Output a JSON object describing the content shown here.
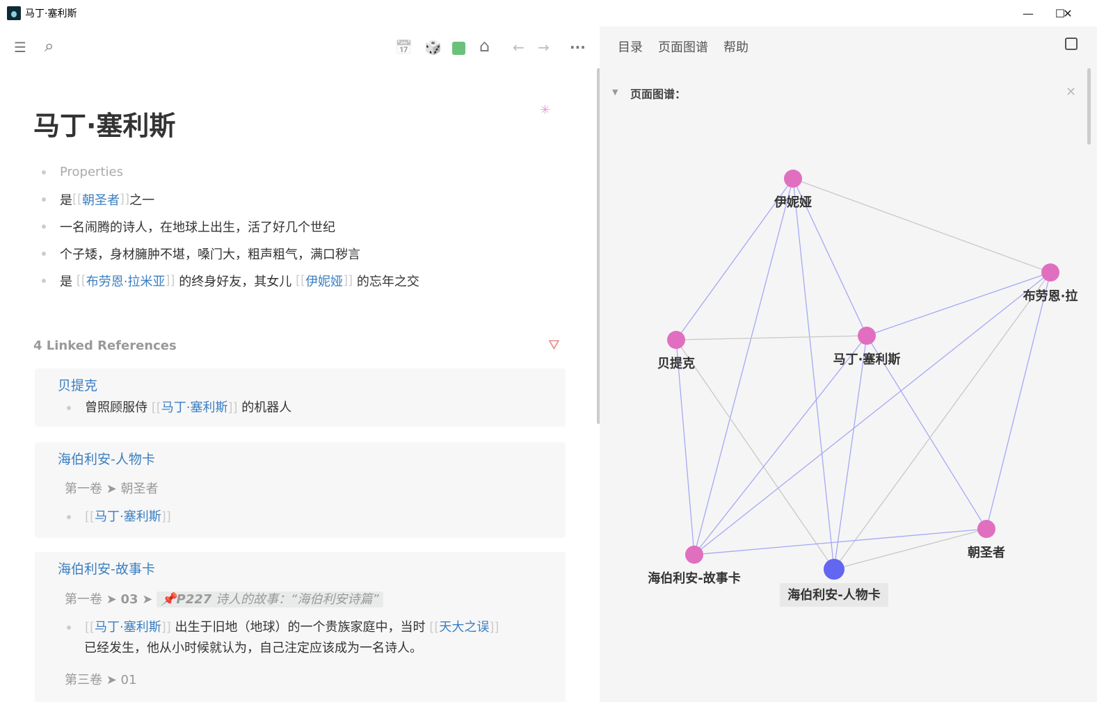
{
  "window": {
    "title": "马丁·塞利斯",
    "minimize": "—",
    "maximize": "☐",
    "close": "✕"
  },
  "toolbar": {
    "menu": "☰",
    "search": "⌕",
    "calendar": "📅",
    "dice": "🎲",
    "home": "⌂",
    "back": "←",
    "forward": "→",
    "more": "···",
    "color_swatch": "#6cc17a"
  },
  "page": {
    "title": "马丁·塞利斯",
    "properties": "Properties",
    "b1": {
      "pre": "是",
      "link": "朝圣者",
      "post": "之一"
    },
    "b2": "一名闹腾的诗人，在地球上出生，活了好几个世纪",
    "b3": "个子矮，身材臃肿不堪，嗓门大，粗声粗气，满口秽言",
    "b4": {
      "pre": "是 ",
      "link1": "布劳恩·拉米亚",
      "mid": " 的终身好友，其女儿 ",
      "link2": "伊妮娅",
      "post": " 的忘年之交"
    }
  },
  "refs": {
    "header": "4 Linked References",
    "r1": {
      "title": "贝提克",
      "pre": "曾照顾服侍 ",
      "link": "马丁·塞利斯",
      "post": " 的机器人"
    },
    "r2": {
      "title": "海伯利安-人物卡",
      "crumb1": "第一卷",
      "crumb2": "朝圣者",
      "link": "马丁·塞利斯"
    },
    "r3": {
      "title": "海伯利安-故事卡",
      "crumb1": "第一卷",
      "crumb2": "03",
      "pin_page": "P227",
      "pin_text": "诗人的故事：“海伯利安诗篇”",
      "link1": "马丁·塞利斯",
      "text1": " 出生于旧地（地球）的一个贵族家庭中，当时 ",
      "link2": "天大之误",
      "text2": "已经发生，他从小时候就认为，自己注定应该成为一名诗人。",
      "crumb3": "第三卷",
      "crumb4": "01"
    }
  },
  "sidebar": {
    "tabs": [
      "目录",
      "页面图谱",
      "帮助"
    ],
    "graph_title": "页面图谱：",
    "colors": {
      "node": "#e06fc0",
      "current": "#6366f1",
      "edge_blue": "#a5a8f5",
      "edge_gray": "#c8c8c8"
    },
    "nodes": [
      {
        "id": "伊妮娅"
      },
      {
        "id": "布劳恩·拉"
      },
      {
        "id": "贝提克"
      },
      {
        "id": "马丁·塞利斯"
      },
      {
        "id": "朝圣者"
      },
      {
        "id": "海伯利安-故事卡"
      },
      {
        "id": "海伯利安-人物卡",
        "current": true
      }
    ],
    "edges": [
      [
        "伊妮娅",
        "布劳恩·拉",
        "gray"
      ],
      [
        "伊妮娅",
        "贝提克",
        "blue"
      ],
      [
        "伊妮娅",
        "马丁·塞利斯",
        "blue"
      ],
      [
        "伊妮娅",
        "海伯利安-故事卡",
        "blue"
      ],
      [
        "伊妮娅",
        "海伯利安-人物卡",
        "blue"
      ],
      [
        "贝提克",
        "马丁·塞利斯",
        "gray"
      ],
      [
        "贝提克",
        "海伯利安-故事卡",
        "blue"
      ],
      [
        "贝提克",
        "海伯利安-人物卡",
        "gray"
      ],
      [
        "马丁·塞利斯",
        "布劳恩·拉",
        "blue"
      ],
      [
        "马丁·塞利斯",
        "海伯利安-故事卡",
        "blue"
      ],
      [
        "马丁·塞利斯",
        "海伯利安-人物卡",
        "blue"
      ],
      [
        "马丁·塞利斯",
        "朝圣者",
        "blue"
      ],
      [
        "布劳恩·拉",
        "海伯利安-故事卡",
        "blue"
      ],
      [
        "布劳恩·拉",
        "海伯利安-人物卡",
        "gray"
      ],
      [
        "布劳恩·拉",
        "朝圣者",
        "blue"
      ],
      [
        "海伯利安-故事卡",
        "朝圣者",
        "blue"
      ],
      [
        "海伯利安-人物卡",
        "朝圣者",
        "gray"
      ]
    ]
  }
}
